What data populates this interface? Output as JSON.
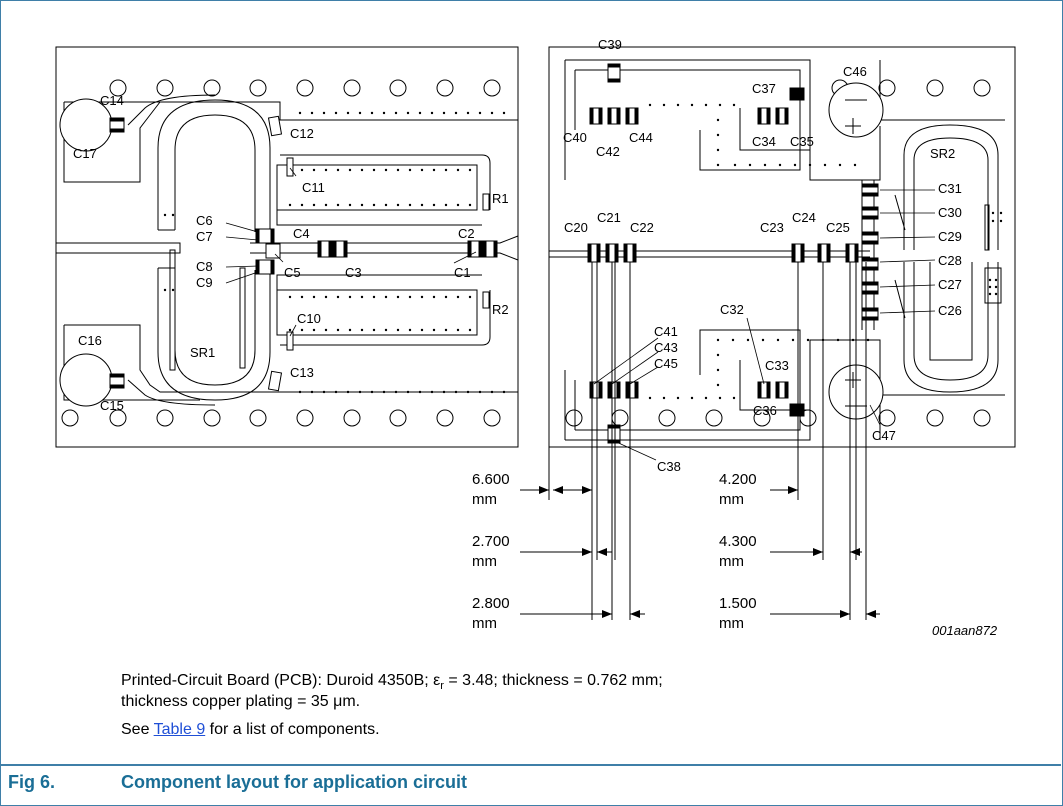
{
  "components": {
    "left": [
      "C14",
      "C17",
      "C12",
      "C11",
      "R1",
      "C6",
      "C7",
      "C4",
      "C2",
      "C8",
      "C9",
      "C5",
      "C3",
      "C1",
      "R2",
      "C10",
      "C16",
      "C13",
      "SR1",
      "C15"
    ],
    "right": [
      "C39",
      "C46",
      "C37",
      "C40",
      "C42",
      "C44",
      "C34",
      "C35",
      "SR2",
      "C31",
      "C30",
      "C20",
      "C21",
      "C22",
      "C23",
      "C24",
      "C25",
      "C29",
      "C28",
      "C27",
      "C26",
      "C41",
      "C43",
      "C45",
      "C32",
      "C33",
      "C36",
      "C47",
      "C38"
    ]
  },
  "dimensions": {
    "d1": {
      "value": "6.600",
      "unit": "mm"
    },
    "d2": {
      "value": "4.200",
      "unit": "mm"
    },
    "d3": {
      "value": "2.700",
      "unit": "mm"
    },
    "d4": {
      "value": "4.300",
      "unit": "mm"
    },
    "d5": {
      "value": "2.800",
      "unit": "mm"
    },
    "d6": {
      "value": "1.500",
      "unit": "mm"
    }
  },
  "figure_ref": "001aan872",
  "notes": {
    "pcb_line1_a": "Printed-Circuit Board (PCB): Duroid 4350B; ε",
    "pcb_line1_sub": "r",
    "pcb_line1_b": " = 3.48; thickness = 0.762 mm;",
    "pcb_line2": "thickness copper plating = 35 μm.",
    "see_prefix": "See ",
    "see_link": "Table 9",
    "see_suffix": " for a list of components."
  },
  "caption": {
    "number": "Fig 6.",
    "title": "Component layout for application circuit"
  }
}
